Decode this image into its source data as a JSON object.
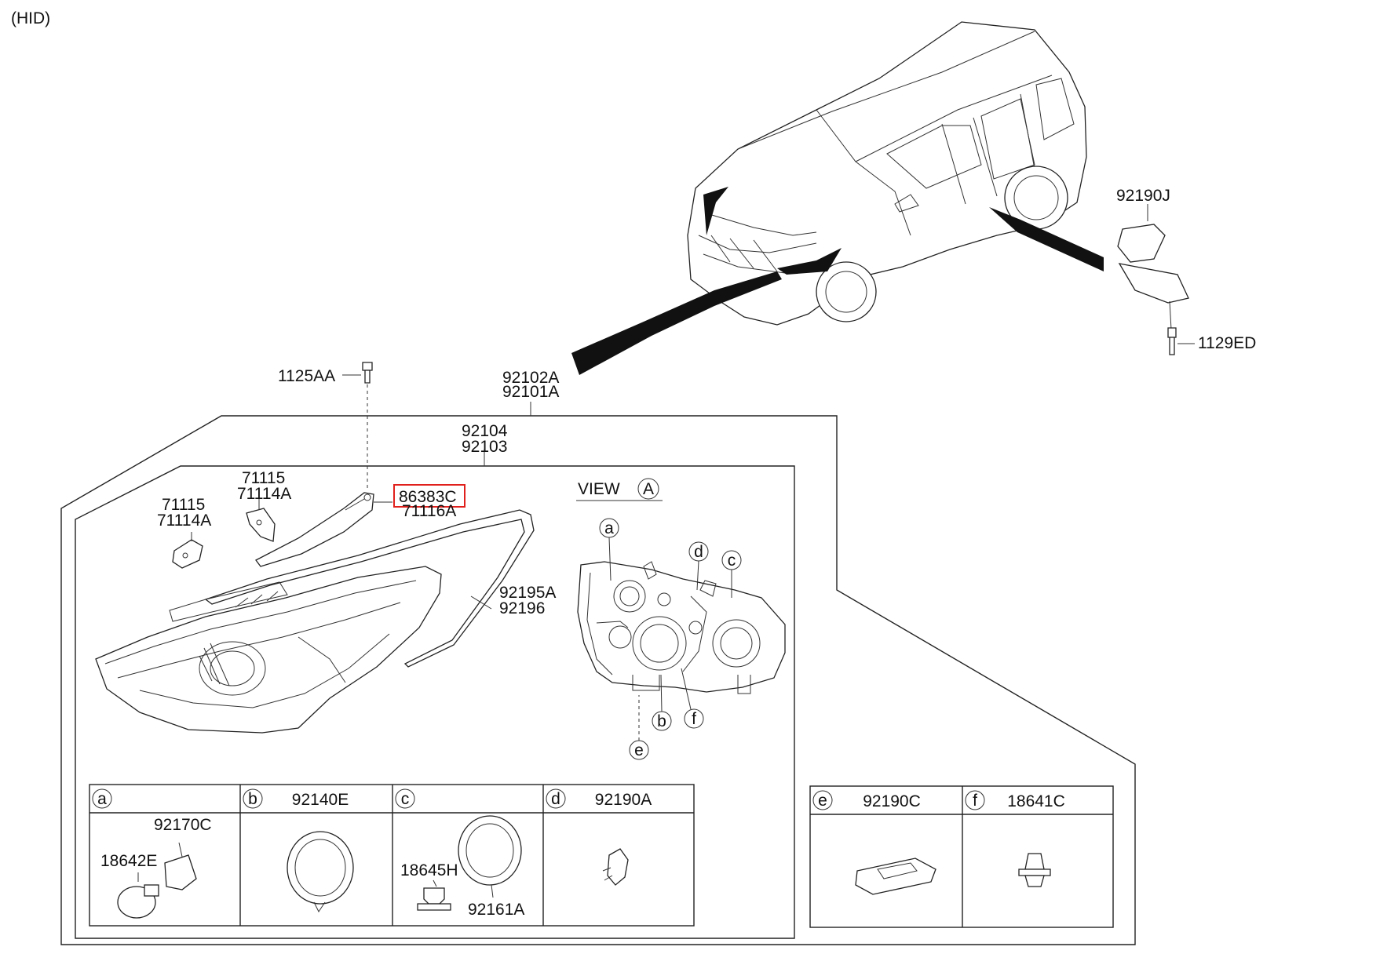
{
  "variant": "(HID)",
  "view_label": "VIEW",
  "view_marker": "A",
  "highlight_color": "#e0201c",
  "labels": {
    "p92190J": "92190J",
    "p1129ED": "1129ED",
    "p1125AA": "1125AA",
    "p92102A": "92102A",
    "p92101A": "92101A",
    "p92104": "92104",
    "p92103": "92103",
    "p71115_a": "71115",
    "p71114A_a": "71114A",
    "p71115_b": "71115",
    "p71114A_b": "71114A",
    "p86383C": "86383C",
    "p71116A": "71116A",
    "p92195A": "92195A",
    "p92196": "92196"
  },
  "callouts": [
    "a",
    "b",
    "c",
    "d",
    "e",
    "f"
  ],
  "parts_table_left": [
    {
      "key": "a",
      "header": "",
      "parts": [
        "92170C",
        "18642E"
      ]
    },
    {
      "key": "b",
      "header": "92140E",
      "parts": []
    },
    {
      "key": "c",
      "header": "",
      "parts": [
        "18645H",
        "92161A"
      ]
    },
    {
      "key": "d",
      "header": "92190A",
      "parts": []
    }
  ],
  "parts_table_right": [
    {
      "key": "e",
      "header": "92190C",
      "parts": []
    },
    {
      "key": "f",
      "header": "18641C",
      "parts": []
    }
  ]
}
